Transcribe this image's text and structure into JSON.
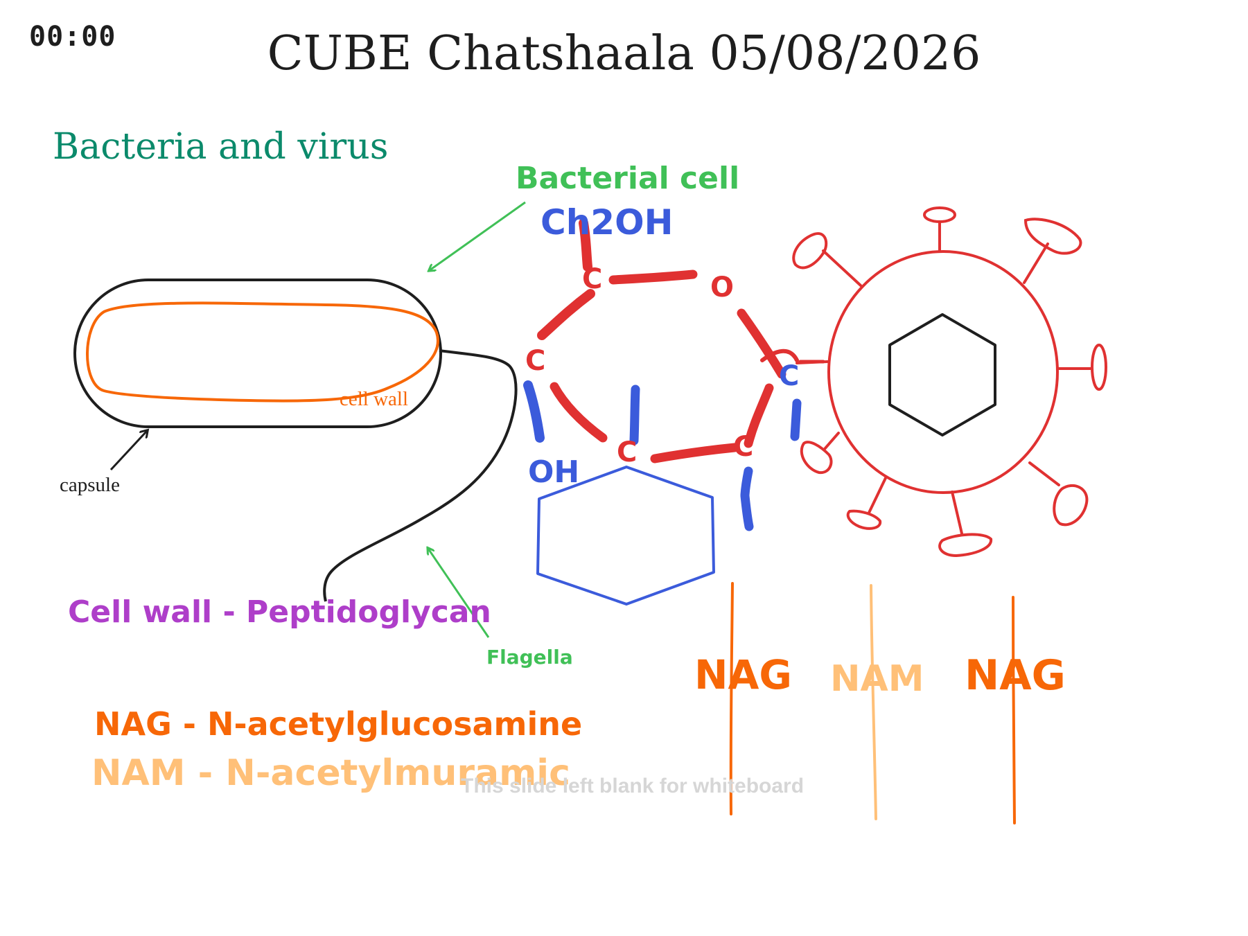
{
  "header": {
    "timer": "00:00",
    "title": "CUBE Chatshaala 05/08/2026"
  },
  "slide": {
    "heading": "Bacteria and virus",
    "placeholder": "This slide left blank for whiteboard"
  },
  "annotations": {
    "bacterial_cell": "Bacterial cell",
    "ch2oh": "Ch2OH",
    "o_atom": "O",
    "c_atom": "C",
    "oh": "OH",
    "cell_wall_small": "cell wall",
    "capsule": "capsule",
    "flagella": "Flagella",
    "cell_wall_def": "Cell wall - Peptidoglycan",
    "nag_def": "NAG - N-acetylglucosamine",
    "nam_def": "NAM - N-acetylmuramic",
    "chain_labels": [
      "NAG",
      "NAM",
      "NAG"
    ]
  },
  "colors": {
    "black": "#1e1e1e",
    "orange": "#f76707",
    "light_orange": "#ffc078",
    "green": "#40c057",
    "teal": "#0b8a6b",
    "purple": "#ae3ec9",
    "blue": "#3b5bdb",
    "red": "#e03131",
    "placeholder_gray": "#d6d6d6"
  }
}
